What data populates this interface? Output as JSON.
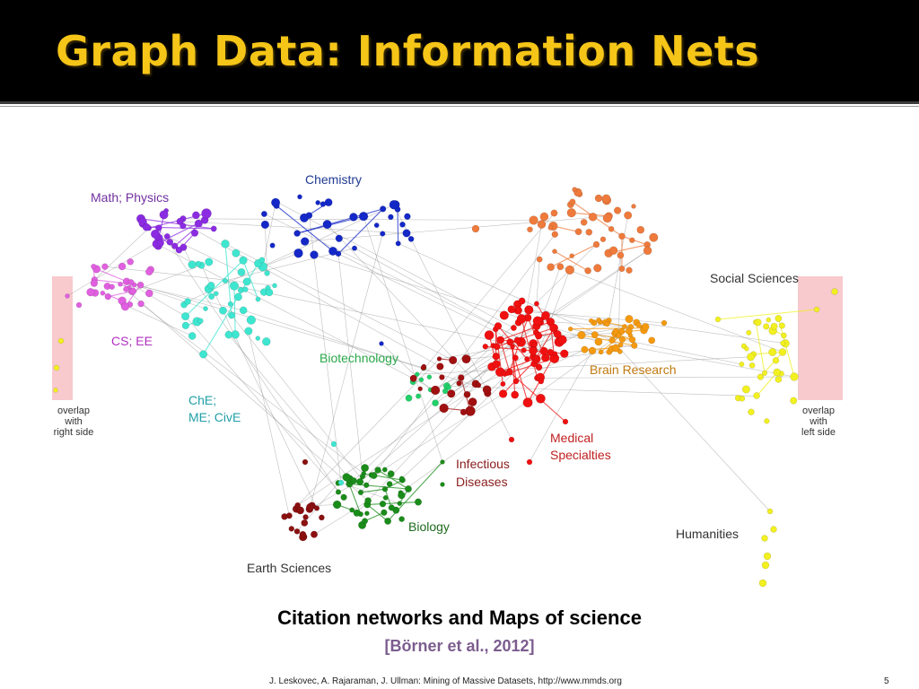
{
  "slide": {
    "title": "Graph Data: Information Nets",
    "caption": "Citation networks and Maps of science",
    "citation": "[Börner et al., 2012]",
    "footer": "J. Leskovec, A. Rajaraman, J. Ullman: Mining of Massive Datasets, http://www.mmds.org",
    "page_number": "5"
  },
  "colors": {
    "title": "#f5c518",
    "title_bar": "#000000",
    "overlap_band": "#f8c9cd",
    "edge": "#8a8a8a"
  },
  "diagram": {
    "overlap_left": {
      "text": [
        "overlap",
        "with",
        "right side"
      ]
    },
    "overlap_right": {
      "text": [
        "overlap",
        "with",
        "left side"
      ]
    },
    "clusters": [
      {
        "id": "math",
        "label": "Math; Physics",
        "color": "#8b2be2",
        "label_color": "#7030a0"
      },
      {
        "id": "chem",
        "label": "Chemistry",
        "color": "#1428c8",
        "label_color": "#1f3a93"
      },
      {
        "id": "cs",
        "label": "CS; EE",
        "color": "#e060e0",
        "label_color": "#b030c0"
      },
      {
        "id": "che",
        "label": [
          "ChE;",
          "ME; CivE"
        ],
        "color": "#3ee6d0",
        "label_color": "#22a0a8"
      },
      {
        "id": "biotech",
        "label": "Biotechnology",
        "color": "#22d06a",
        "label_color": "#2aa84a"
      },
      {
        "id": "earth",
        "label": "Earth Sciences",
        "color": "#8b1010",
        "label_color": "#333333"
      },
      {
        "id": "bio",
        "label": "Biology",
        "color": "#1a8c1a",
        "label_color": "#1f6b1f"
      },
      {
        "id": "infect",
        "label": [
          "Infectious",
          "Diseases"
        ],
        "color": "#a01010",
        "label_color": "#8b2020"
      },
      {
        "id": "medical",
        "label": [
          "Medical",
          "Specialties"
        ],
        "color": "#f01010",
        "label_color": "#c02020"
      },
      {
        "id": "brain",
        "label": "Brain Research",
        "color": "#f59a10",
        "label_color": "#c07a10"
      },
      {
        "id": "social",
        "label": "Social Sciences",
        "color": "#ee7a3c",
        "label_color": "#333333"
      },
      {
        "id": "hum",
        "label": "Humanities",
        "color": "#f2f020",
        "label_color": "#333333"
      }
    ]
  }
}
